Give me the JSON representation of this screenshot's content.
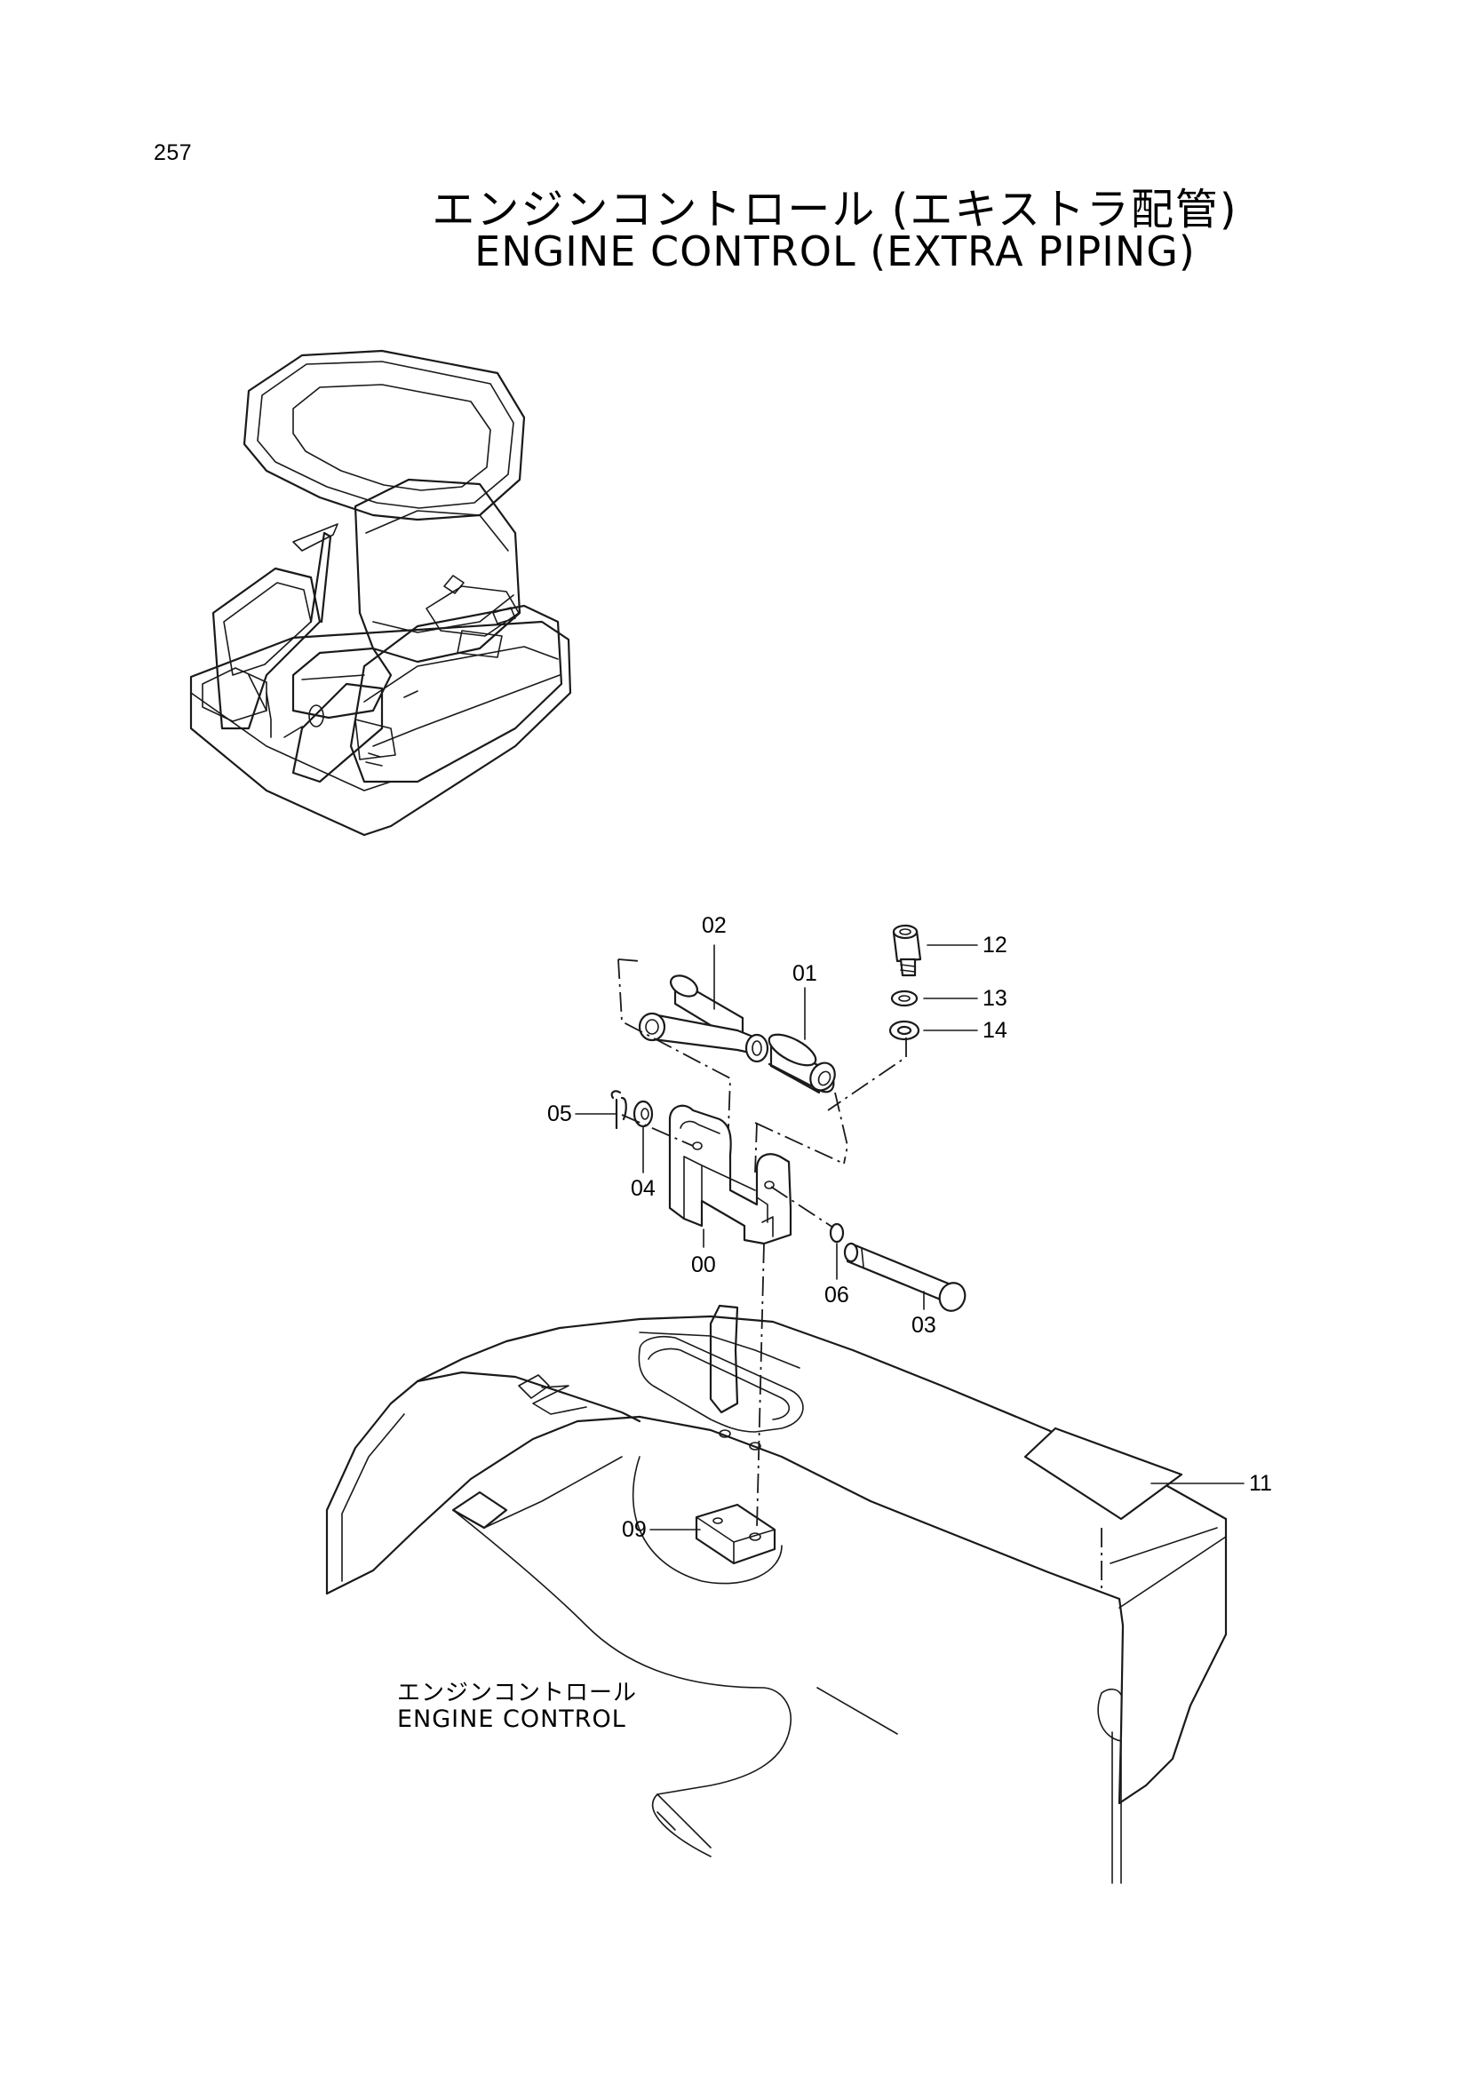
{
  "page": {
    "number": "257",
    "title_jp": "エンジンコントロール (エキストラ配管)",
    "title_en": "ENGINE CONTROL (EXTRA PIPING)"
  },
  "caption": {
    "jp": "エンジンコントロール",
    "en": "ENGINE CONTROL"
  },
  "callouts": {
    "c00": "00",
    "c01": "01",
    "c02": "02",
    "c03": "03",
    "c04": "04",
    "c05": "05",
    "c06": "06",
    "c09": "09",
    "c11": "11",
    "c12": "12",
    "c13": "13",
    "c14": "14"
  }
}
